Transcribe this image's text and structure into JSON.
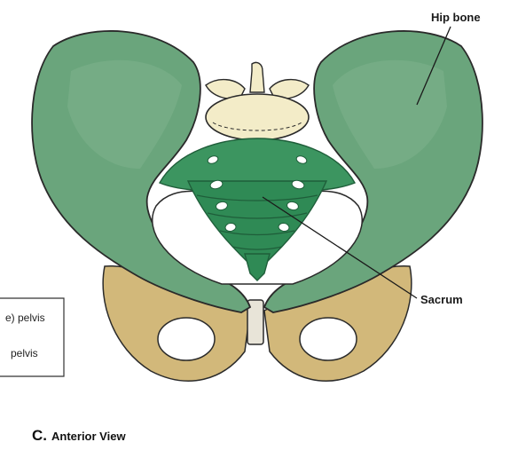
{
  "labels": {
    "hip_bone": "Hip bone",
    "sacrum": "Sacrum"
  },
  "legend": {
    "line1": "e) pelvis",
    "line2": "pelvis"
  },
  "caption": {
    "letter": "C.",
    "text": "Anterior View"
  },
  "colors": {
    "hip_bone": "#6aa57c",
    "hip_bone_dark": "#3f7d55",
    "sacrum": "#2f8a55",
    "sacrum_dark": "#1f5e3a",
    "vertebra": "#f3ecc8",
    "pubis": "#d2b87a",
    "outline": "#2a2a2a"
  }
}
